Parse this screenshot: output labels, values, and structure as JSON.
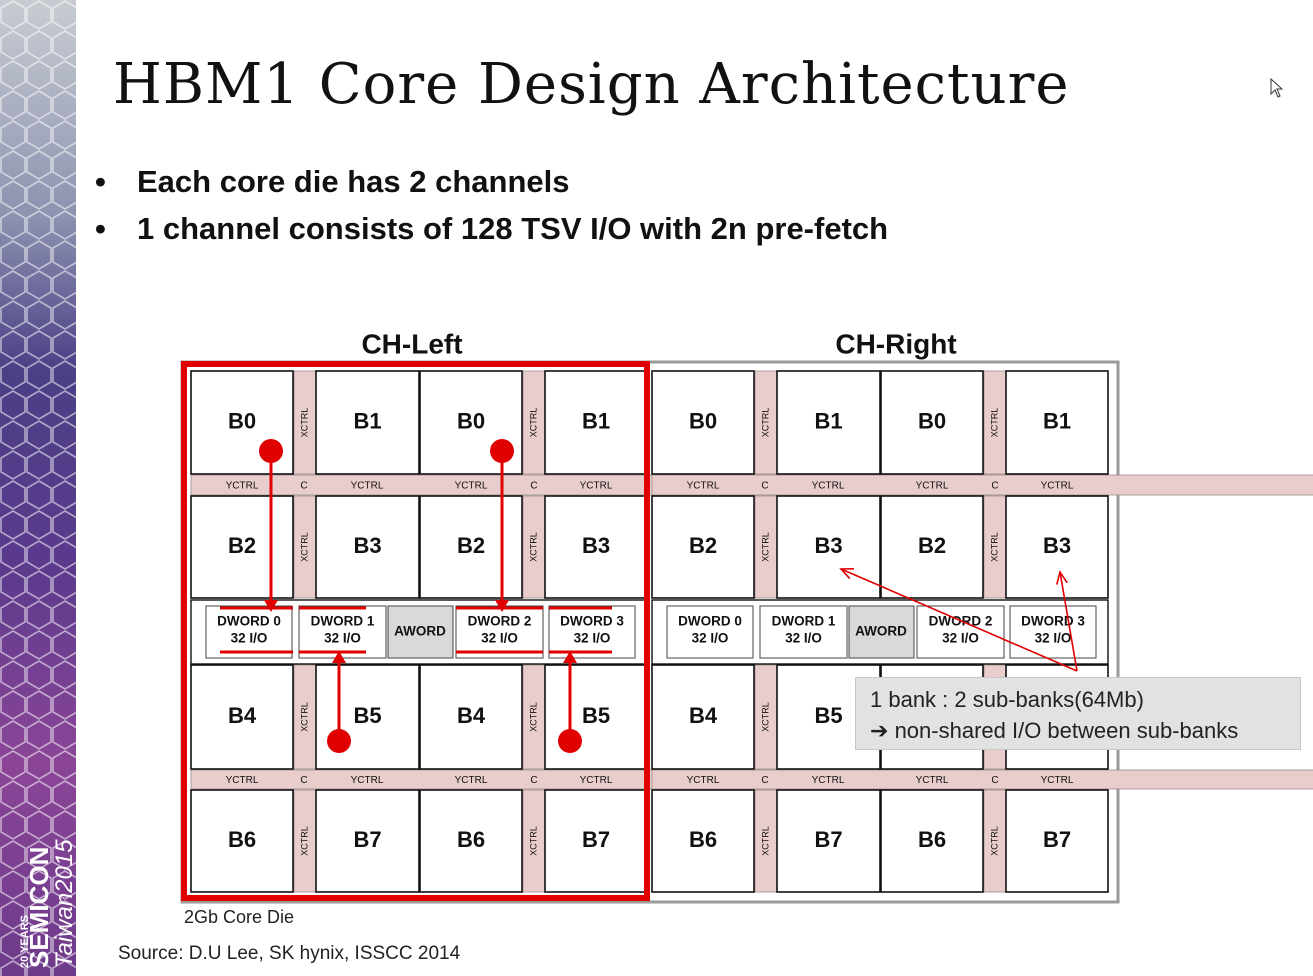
{
  "title": "HBM1 Core Design Architecture",
  "bullets": [
    "Each core die has 2 channels",
    "1 channel consists of 128 TSV I/O with 2n pre-fetch"
  ],
  "channels": [
    {
      "label": "CH-Left"
    },
    {
      "label": "CH-Right"
    }
  ],
  "bank_grid": [
    [
      "B0",
      "B1",
      "B0",
      "B1"
    ],
    [
      "B2",
      "B3",
      "B2",
      "B3"
    ],
    [
      "B4",
      "B5",
      "B4",
      "B5"
    ],
    [
      "B6",
      "B7",
      "B6",
      "B7"
    ]
  ],
  "labels": {
    "xctrl": "XCTRL",
    "yctrl": "YCTRL",
    "c": "C",
    "aword": "AWORD"
  },
  "dwords": [
    {
      "name": "DWORD 0",
      "io": "32 I/O"
    },
    {
      "name": "DWORD 1",
      "io": "32 I/O"
    },
    {
      "name": "DWORD 2",
      "io": "32 I/O"
    },
    {
      "name": "DWORD 3",
      "io": "32 I/O"
    }
  ],
  "callout": {
    "line1": "1 bank : 2 sub-banks(64Mb)",
    "line2": "non-shared I/O between sub-banks",
    "arrow_glyph": "➔"
  },
  "caption": "2Gb Core Die",
  "source": "Source: D.U Lee, SK hynix, ISSCC 2014",
  "logo": {
    "line1": "20 YEARS",
    "line2": "SEMICON",
    "line3": "Taiwan2015"
  },
  "colors": {
    "accent_red": "#e00000",
    "ctrl_fill": "#e9cccc",
    "aword_fill": "#d9d9d9",
    "sidebar_dark": "#3d2a6e",
    "sidebar_mid": "#7d3e92"
  }
}
